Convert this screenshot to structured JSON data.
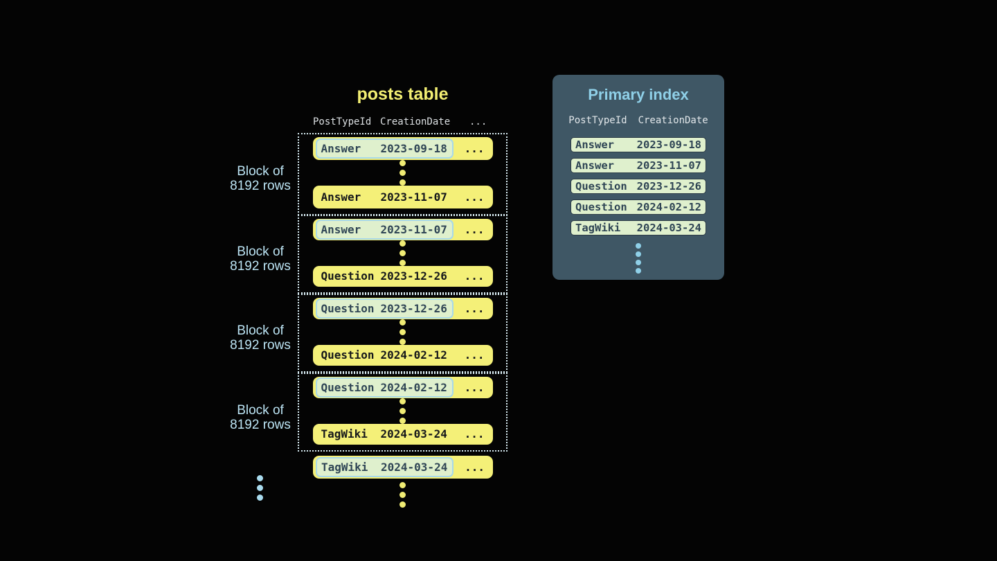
{
  "posts_table": {
    "title": "posts table",
    "headers": {
      "col1": "PostTypeId",
      "col2": "CreationDate",
      "more": "..."
    },
    "row_ellipsis": "...",
    "blocks": [
      {
        "label": {
          "line1": "Block of",
          "line2": "8192 rows"
        },
        "first_row": {
          "type": "Answer",
          "date": "2023-09-18"
        },
        "last_row": {
          "type": "Answer",
          "date": "2023-11-07"
        }
      },
      {
        "label": {
          "line1": "Block of",
          "line2": "8192 rows"
        },
        "first_row": {
          "type": "Answer",
          "date": "2023-11-07"
        },
        "last_row": {
          "type": "Question",
          "date": "2023-12-26"
        }
      },
      {
        "label": {
          "line1": "Block of",
          "line2": "8192 rows"
        },
        "first_row": {
          "type": "Question",
          "date": "2023-12-26"
        },
        "last_row": {
          "type": "Question",
          "date": "2024-02-12"
        }
      },
      {
        "label": {
          "line1": "Block of",
          "line2": "8192 rows"
        },
        "first_row": {
          "type": "Question",
          "date": "2024-02-12"
        },
        "last_row": {
          "type": "TagWiki",
          "date": "2024-03-24"
        }
      }
    ],
    "overflow_row": {
      "type": "TagWiki",
      "date": "2024-03-24"
    }
  },
  "primary_index": {
    "title": "Primary index",
    "headers": {
      "col1": "PostTypeId",
      "col2": "CreationDate"
    },
    "rows": [
      {
        "type": "Answer",
        "date": "2023-09-18"
      },
      {
        "type": "Answer",
        "date": "2023-11-07"
      },
      {
        "type": "Question",
        "date": "2023-12-26"
      },
      {
        "type": "Question",
        "date": "2024-02-12"
      },
      {
        "type": "TagWiki",
        "date": "2024-03-24"
      }
    ]
  },
  "colors": {
    "background": "#040404",
    "row_yellow": "#f4f078",
    "title_yellow": "#f3ef73",
    "highlight_mint": "#dff0cd",
    "highlight_border": "#a7d8e9",
    "panel_bg": "#3f5765",
    "accent_blue": "#8fd0e8",
    "label_blue": "#bce4f4",
    "dotted_border": "#d9edf4",
    "dark_text": "#15171a",
    "slate_text": "#2f4555"
  }
}
